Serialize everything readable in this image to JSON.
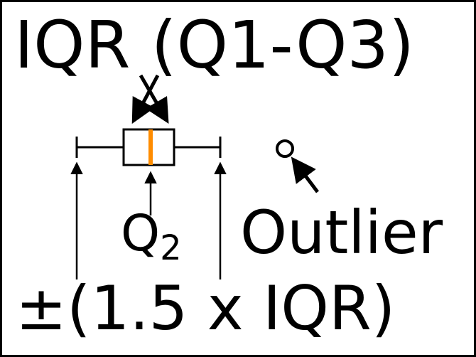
{
  "diagram": {
    "title_label": "IQR (Q1-Q3)",
    "q2": {
      "base": "Q",
      "subscript": "2"
    },
    "outlier_label": "Outlier",
    "range_label": "±(1.5 x IQR)",
    "colors": {
      "median": "#ff8c00",
      "line": "#000000",
      "background": "#ffffff",
      "border": "#000000"
    }
  }
}
